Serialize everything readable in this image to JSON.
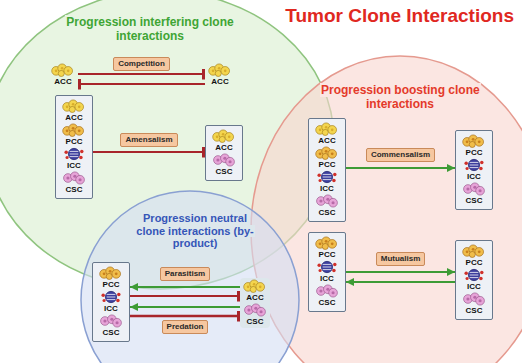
{
  "diagram": {
    "title": "Tumor Clone Interactions",
    "nodes": [
      {
        "text": [
          "Progression interfering clone interactions"
        ]
      },
      {
        "text": [
          "ACC"
        ],
        "in": 0
      },
      {
        "text": [
          "ACC"
        ],
        "in": 0
      },
      {
        "text": [
          "ACC",
          "PCC",
          "ICC",
          "CSC"
        ],
        "in": 0
      },
      {
        "text": [
          "ACC",
          "CSC"
        ],
        "in": 0
      },
      {
        "text": [
          "Progression boosting clone interactions"
        ]
      },
      {
        "text": [
          "ACC",
          "PCC",
          "ICC",
          "CSC"
        ],
        "in": 5
      },
      {
        "text": [
          "PCC",
          "ICC",
          "CSC"
        ],
        "in": 5
      },
      {
        "text": [
          "PCC",
          "ICC",
          "CSC"
        ],
        "in": 5
      },
      {
        "text": [
          "PCC",
          "ICC",
          "CSC"
        ],
        "in": 5
      },
      {
        "text": [
          "Progression neutral clone interactions (by-product)"
        ]
      },
      {
        "text": [
          "PCC",
          "ICC",
          "CSC"
        ],
        "in": 10
      },
      {
        "text": [
          "ACC",
          "CSC"
        ],
        "in": 10
      }
    ],
    "edges": [
      {
        "from": 1,
        "to": 2,
        "label": "Competition",
        "arrow": "to"
      },
      {
        "from": 2,
        "to": 1,
        "arrow": "to"
      },
      {
        "from": 3,
        "to": 4,
        "label": "Amensalism",
        "arrow": "to"
      },
      {
        "from": 6,
        "to": 7,
        "label": "Commensalism",
        "arrow": "to"
      },
      {
        "from": 8,
        "to": 9,
        "label": "Mutualism",
        "arrow": "to"
      },
      {
        "from": 9,
        "to": 8,
        "arrow": "to"
      },
      {
        "from": 12,
        "to": 11,
        "label": "Parasitism",
        "arrow": "to"
      },
      {
        "from": 11,
        "to": 12,
        "arrow": "to"
      },
      {
        "from": 12,
        "to": 11,
        "label": "Predation",
        "arrow": "to"
      },
      {
        "from": 11,
        "to": 12,
        "arrow": "to"
      }
    ]
  }
}
